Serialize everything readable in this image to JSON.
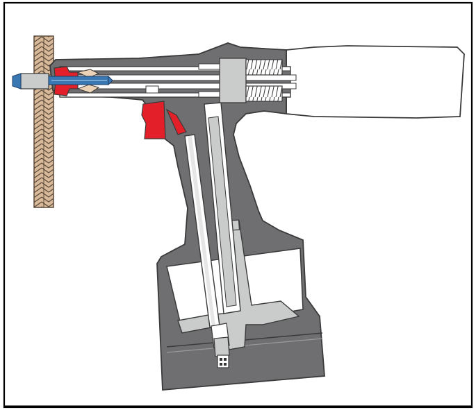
{
  "diagram": {
    "subject": "rivet-gun-cross-section",
    "colors": {
      "frame": "#000000",
      "background": "#ffffff",
      "body_fill": "#6f6f71",
      "body_stroke": "#3a3a3a",
      "light_part": "#c9cccb",
      "white_part": "#ffffff",
      "accent_red": "#e3202a",
      "rivet_blue": "#3a78b4",
      "jaw_tan": "#ecd2b6",
      "plate_fill": "#d8b99a",
      "plate_stroke": "#5a4a3a"
    },
    "parts": [
      {
        "name": "workpiece-plate",
        "icon": "hatched-plate"
      },
      {
        "name": "rivet",
        "icon": "rivet-icon"
      },
      {
        "name": "nose-piece",
        "icon": "nose-icon"
      },
      {
        "name": "jaws",
        "icon": "jaw-icon"
      },
      {
        "name": "pulling-head",
        "icon": "cylinder-icon"
      },
      {
        "name": "trigger",
        "icon": "trigger-icon"
      },
      {
        "name": "handle",
        "icon": "handle-icon"
      },
      {
        "name": "air-piston",
        "icon": "piston-icon"
      },
      {
        "name": "mandrel-collector",
        "icon": "collector-icon"
      }
    ]
  }
}
